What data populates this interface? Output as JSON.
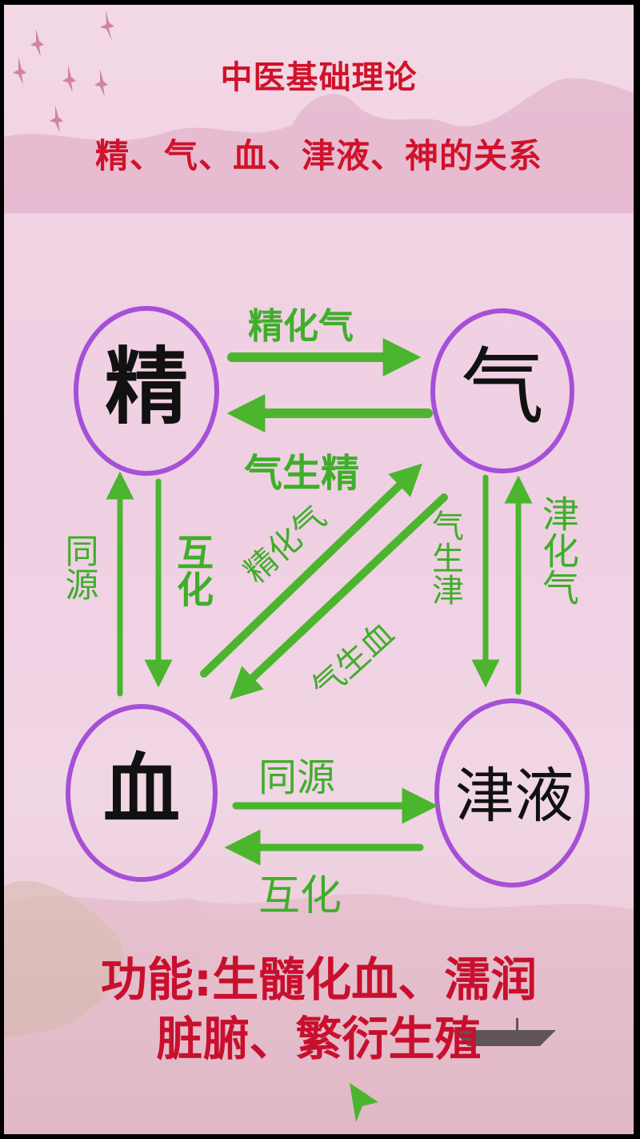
{
  "header": {
    "title": "中医基础理论",
    "subtitle": "精、气、血、津液、神的关系"
  },
  "nodes": {
    "jing": "精",
    "qi": "气",
    "xue": "血",
    "jinye": "津液"
  },
  "edges": {
    "jing_to_qi": "精化气",
    "qi_to_jing": "气生精",
    "xue_jing_left": "同源",
    "jing_xue_right": "互化",
    "diag_up": "精化气",
    "diag_down": "气生血",
    "qi_to_jinye": "气生津",
    "jinye_to_qi": "津化气",
    "xue_to_jinye": "同源",
    "jinye_to_xue": "互化"
  },
  "footer": {
    "line1": "功能:生髓化血、濡润",
    "line2": "脏腑、繁衍生殖"
  },
  "colors": {
    "title_red": "#d0122a",
    "arrow_green": "#4cb52e",
    "circle_purple": "#a64fd8",
    "node_text": "#111111"
  }
}
